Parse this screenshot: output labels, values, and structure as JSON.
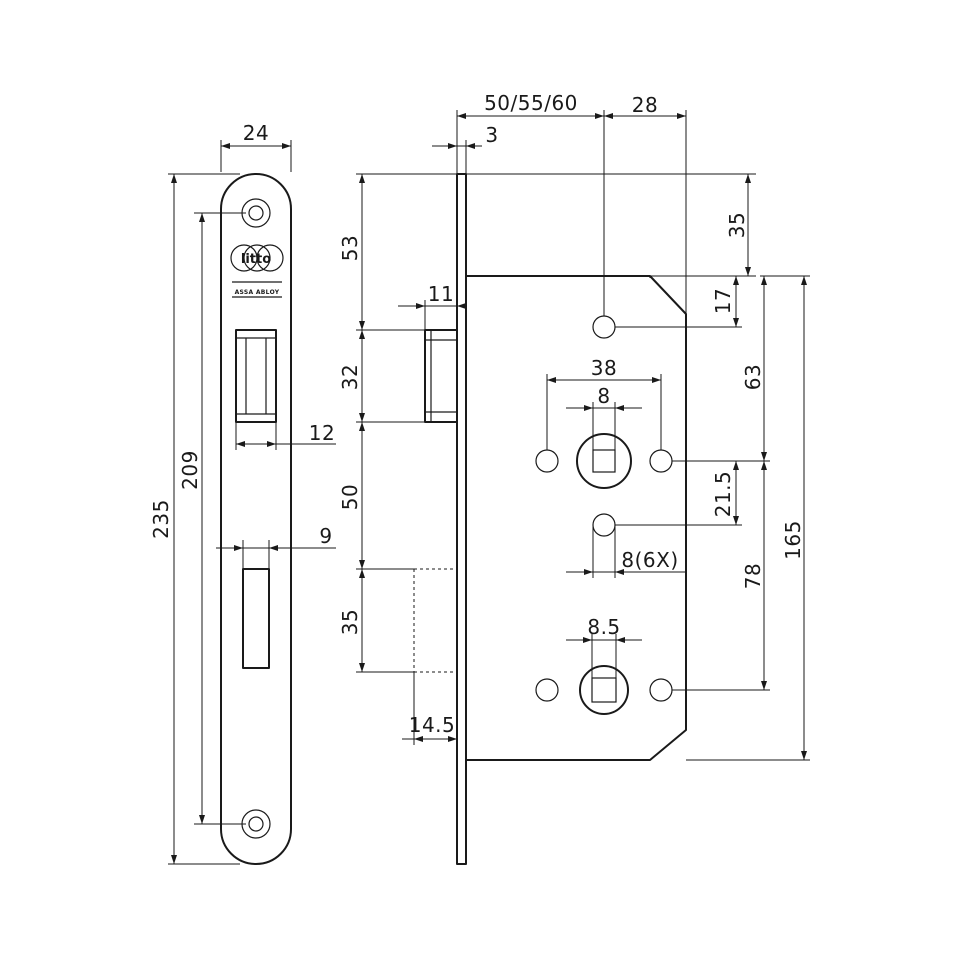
{
  "dimensions": {
    "faceplate_width": "24",
    "faceplate_length": "235",
    "screw_spacing": "209",
    "latch_width": "12",
    "deadbolt_width": "9",
    "backset": "50/55/60",
    "case_offset": "28",
    "forend_thickness": "3",
    "case_top_offset": "53",
    "latch_projection": "11",
    "latch_height": "32",
    "latch_to_deadbolt": "50",
    "deadbolt_height": "35",
    "deadbolt_projection": "14.5",
    "top_to_case": "35",
    "top_hole": "17",
    "top_hole_to_handle": "63",
    "hole_spacing": "38",
    "handle_square": "8",
    "handle_to_middle_hole": "21.5",
    "middle_hole_dia": "8(6X)",
    "handle_to_thumbturn": "78",
    "thumbturn_square": "8.5",
    "case_height": "165"
  },
  "logo": {
    "name": "litto",
    "brand": "ASSA ABLOY"
  }
}
